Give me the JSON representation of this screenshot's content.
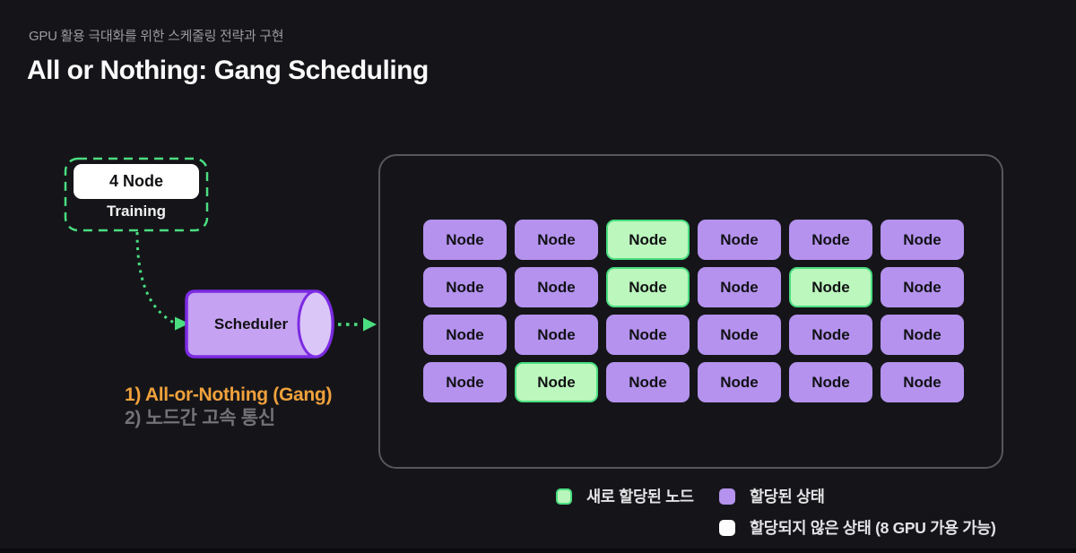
{
  "header": {
    "subtitle": "GPU 활용 극대화를 위한 스케줄링 전략과 구현",
    "title": "All or Nothing: Gang Scheduling"
  },
  "job": {
    "box_label": "4 Node",
    "caption": "Training"
  },
  "scheduler": {
    "label": "Scheduler"
  },
  "notes": {
    "line1": "1) All-or-Nothing (Gang)",
    "line2": "2) 노드간 고속 통신"
  },
  "cluster": {
    "node_label": "Node",
    "columns": 6,
    "rows": [
      [
        "allocated",
        "allocated",
        "new",
        "allocated",
        "allocated",
        "allocated"
      ],
      [
        "allocated",
        "allocated",
        "new",
        "allocated",
        "new",
        "allocated"
      ],
      [
        "allocated",
        "allocated",
        "allocated",
        "allocated",
        "allocated",
        "allocated"
      ],
      [
        "allocated",
        "new",
        "allocated",
        "allocated",
        "allocated",
        "allocated"
      ]
    ]
  },
  "legend": {
    "new_label": "새로 할당된 노드",
    "allocated_label": "할당된 상태",
    "free_label": "할당되지 않은 상태 (8 GPU 가용 가능)"
  },
  "colors": {
    "background": "#151519",
    "accent_green": "#4ade80",
    "new_node_fill": "#bcf7bd",
    "allocated_node_fill": "#b492ee",
    "free_node_fill": "#fdfdfd",
    "cylinder_fill": "#c6a2f2",
    "cylinder_face_fill": "#dbc6f8",
    "cylinder_stroke": "#7c2be2",
    "note_orange": "#f0a13c",
    "note_gray": "#737377",
    "panel_border": "#57575b"
  }
}
